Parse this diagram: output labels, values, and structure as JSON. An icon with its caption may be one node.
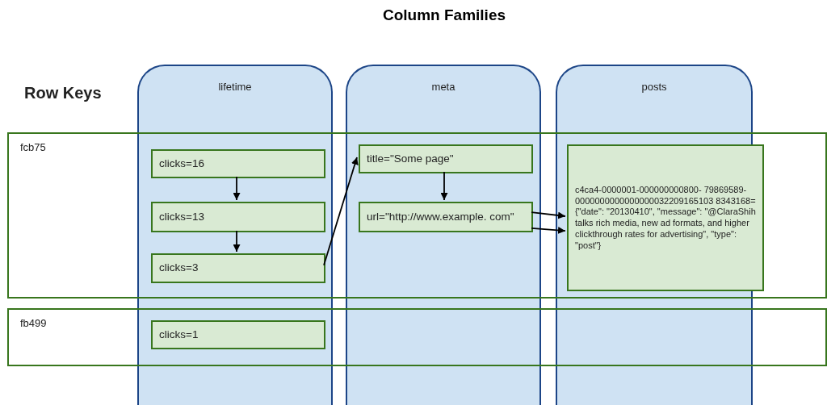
{
  "diagram": {
    "title": "Column Families",
    "nodes": [
      {
        "text": [
          "lifetime"
        ]
      },
      {
        "text": [
          "meta"
        ]
      },
      {
        "text": [
          "posts"
        ]
      },
      {
        "text": [
          "clicks=16"
        ],
        "in": 0
      },
      {
        "text": [
          "clicks=13"
        ],
        "in": 0
      },
      {
        "text": [
          "clicks=3"
        ],
        "in": 0
      },
      {
        "text": [
          "title=\"Some page\""
        ],
        "in": 1
      },
      {
        "text": [
          "url=\"http://www.example. com\""
        ],
        "in": 1
      },
      {
        "text": [
          "c4ca4-0000001-000000000800- 79869589- 0000000000000000032209165103 8343168={\"date\": \"20130410\", \"message\": \"@ClaraShih talks rich media, new ad formats, and higher clickthrough rates for advertising\", \"type\": \"post\"}"
        ],
        "in": 2
      },
      {
        "text": [
          "clicks=1"
        ],
        "in": 0
      }
    ],
    "edges": [
      {
        "from": 3,
        "to": 4,
        "arrow": "to"
      },
      {
        "from": 4,
        "to": 5,
        "arrow": "to"
      },
      {
        "from": 5,
        "to": 6,
        "arrow": "to"
      },
      {
        "from": 6,
        "to": 7,
        "arrow": "to"
      },
      {
        "from": 7,
        "to": 8,
        "arrow": "to"
      },
      {
        "from": 7,
        "to": 8,
        "arrow": "to"
      }
    ],
    "labels": [
      "Row Keys",
      "fcb75",
      "fb499"
    ]
  }
}
